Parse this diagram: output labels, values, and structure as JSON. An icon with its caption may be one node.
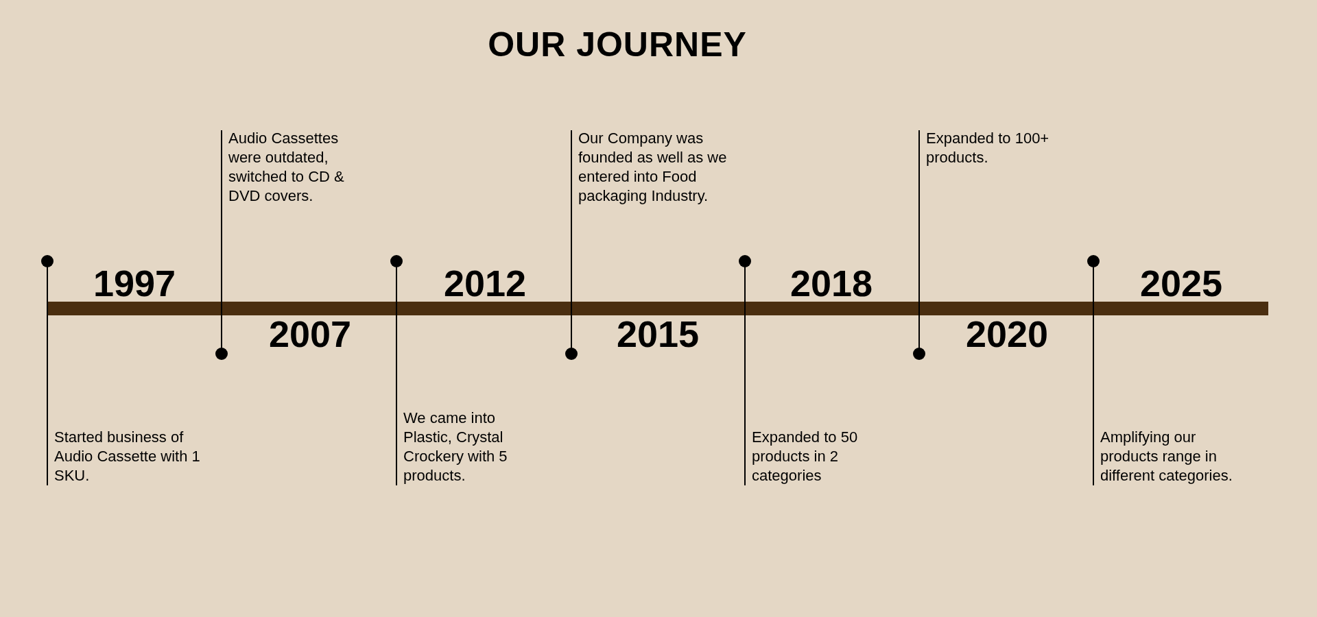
{
  "diagram": {
    "title": "OUR JOURNEY",
    "nodes": [
      {
        "text": [],
        "shape": "bar"
      }
    ],
    "labels": [
      "1997",
      "Started business of Audio Cassette with 1 SKU.",
      "2007",
      "Audio Cassettes were outdated, switched to CD & DVD covers.",
      "2012",
      "We came into Plastic, Crystal Crockery with 5 products.",
      "2015",
      "Our Company was founded as well as we entered into Food packaging Industry.",
      "2018",
      "Expanded to 50 products in 2 categories",
      "2020",
      "Expanded to 100+ products.",
      "2025",
      "Amplifying our products range in different categories."
    ]
  }
}
